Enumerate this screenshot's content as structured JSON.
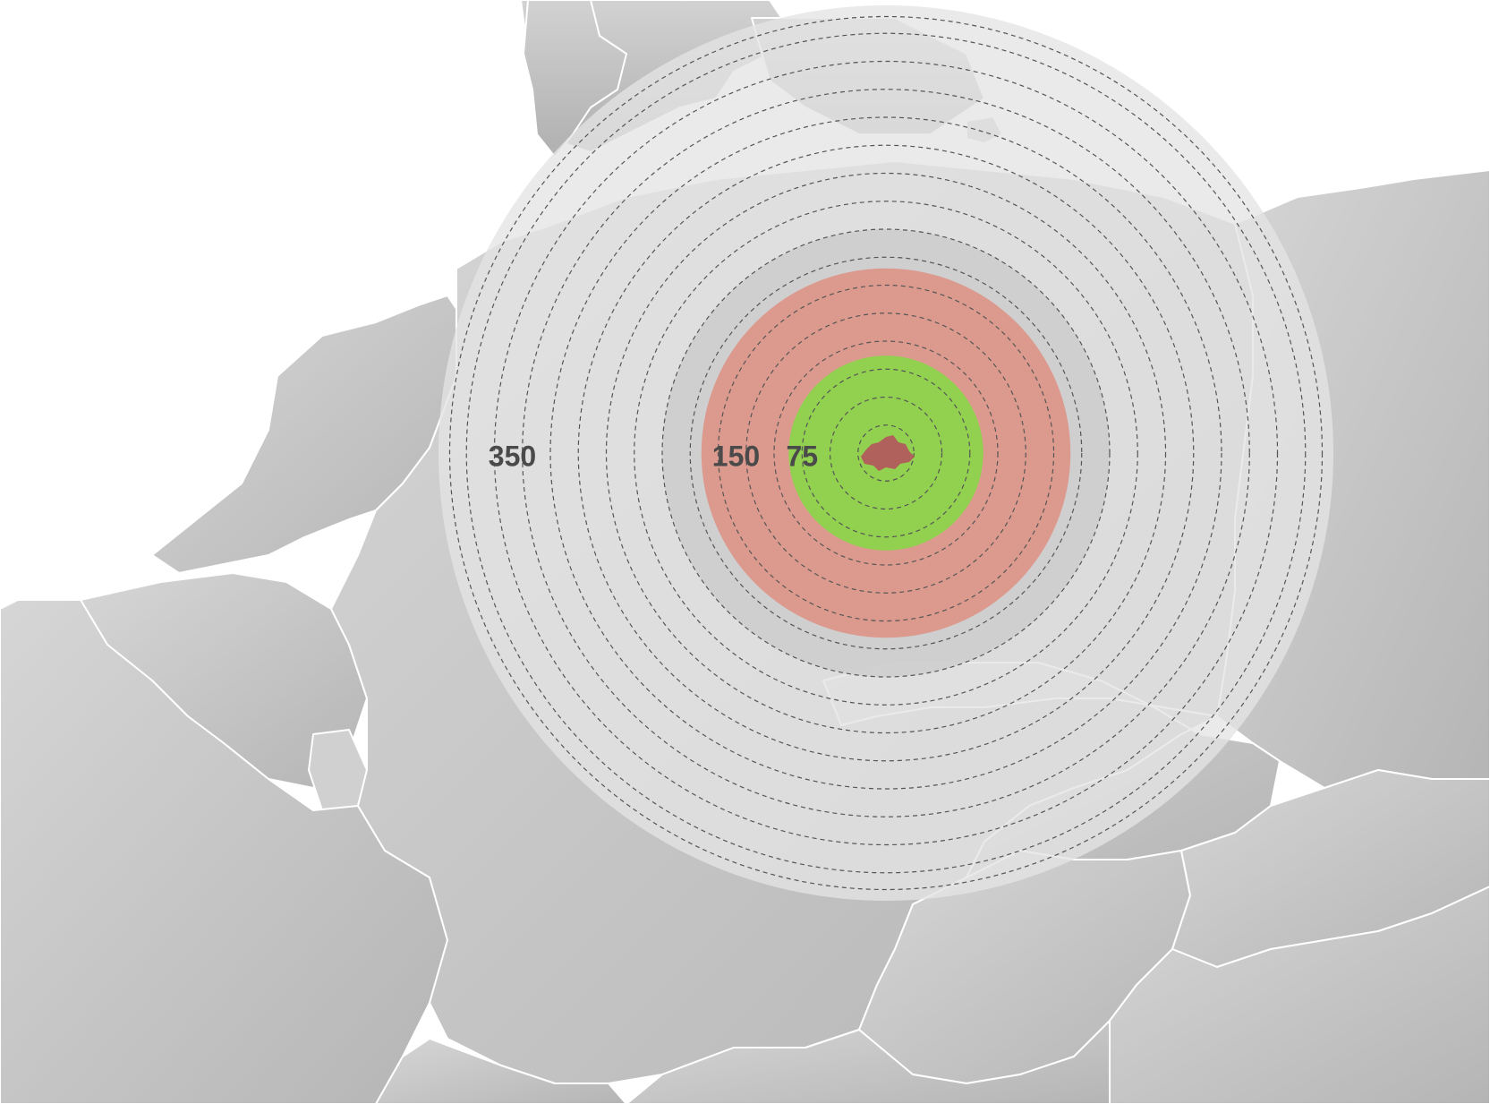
{
  "map": {
    "colors": {
      "background": "#ffffff",
      "land_light": "#d9d9d9",
      "land_mid": "#c4c4c4",
      "land_dark": "#b3b3b3",
      "outer_zone": "#e4e4e4",
      "mid_zone": "#cccccc",
      "red_zone": "#dc9a8e",
      "green_zone": "#92d050",
      "city": "#b5545c"
    },
    "distance_rings": [
      25,
      50,
      75,
      100,
      125,
      150,
      175,
      200,
      225,
      250,
      275,
      300,
      325,
      350,
      375
    ],
    "zones": [
      {
        "id": "outer",
        "max": 400,
        "color_key": "outer_zone"
      },
      {
        "id": "mid",
        "max": 200,
        "color_key": "mid_zone"
      },
      {
        "id": "red",
        "max": 165,
        "color_key": "red_zone"
      },
      {
        "id": "green",
        "max": 87,
        "color_key": "green_zone"
      }
    ],
    "labels": [
      {
        "id": "label-350",
        "value": "350",
        "ring": 350
      },
      {
        "id": "label-150",
        "value": "150",
        "ring": 150
      },
      {
        "id": "label-75",
        "value": "75",
        "ring": 75
      }
    ]
  }
}
